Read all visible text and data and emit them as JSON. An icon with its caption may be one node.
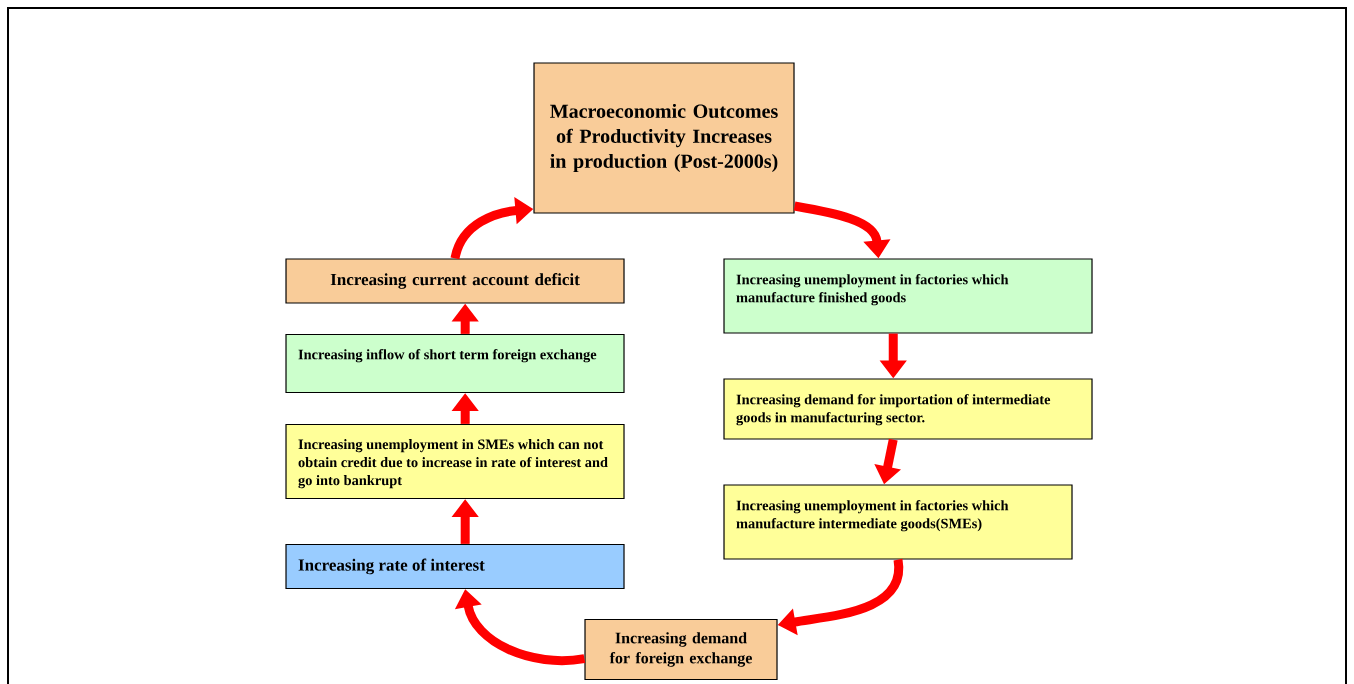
{
  "diagram": {
    "nodes": [
      {
        "text": [
          "Macroeconomic Outcomes of Productivity Increases in production (Post-2000s)"
        ]
      },
      {
        "text": [
          "Increasing unemployment in factories which manufacture finished goods"
        ]
      },
      {
        "text": [
          "Increasing demand for importation of intermediate goods in manufacturing sector."
        ]
      },
      {
        "text": [
          "Increasing unemployment in factories which manufacture intermediate goods(SMEs)"
        ]
      },
      {
        "text": [
          "Increasing demand for foreign exchange"
        ]
      },
      {
        "text": [
          "Increasing rate of interest"
        ]
      },
      {
        "text": [
          "Increasing unemployment in SMEs which can not obtain credit due to increase in rate of interest and go into bankrupt"
        ]
      },
      {
        "text": [
          "Increasing inflow of short term foreign exchange"
        ]
      },
      {
        "text": [
          "Increasing current account deficit"
        ]
      }
    ],
    "edges": [
      {
        "from": 0,
        "to": 1,
        "arrow": "to"
      },
      {
        "from": 1,
        "to": 2,
        "arrow": "to"
      },
      {
        "from": 2,
        "to": 3,
        "arrow": "to"
      },
      {
        "from": 3,
        "to": 4,
        "arrow": "to"
      },
      {
        "from": 4,
        "to": 5,
        "arrow": "to"
      },
      {
        "from": 5,
        "to": 6,
        "arrow": "to"
      },
      {
        "from": 6,
        "to": 7,
        "arrow": "to"
      },
      {
        "from": 7,
        "to": 8,
        "arrow": "to"
      },
      {
        "from": 8,
        "to": 0,
        "arrow": "to"
      }
    ]
  }
}
